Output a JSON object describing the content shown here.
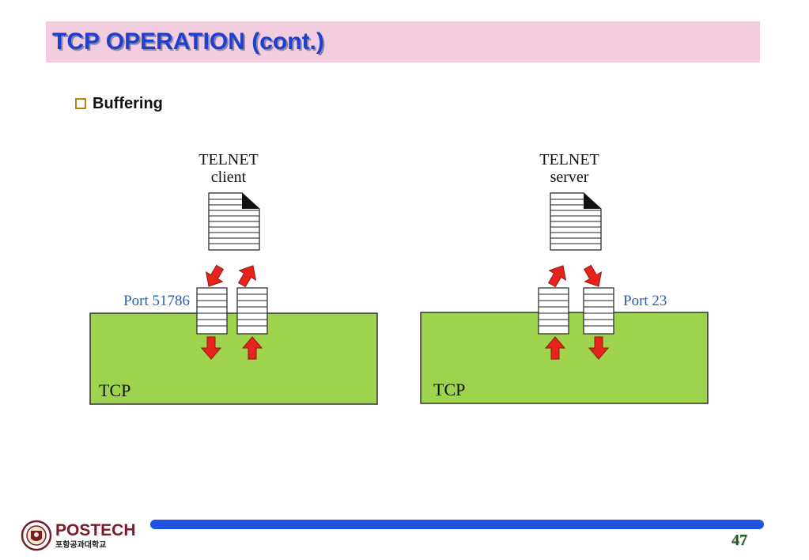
{
  "slide": {
    "title": "TCP OPERATION (cont.)",
    "bullet": "Buffering",
    "page_number": "47"
  },
  "diagram": {
    "client": {
      "app_line1": "TELNET",
      "app_line2": "client",
      "port_label": "Port 51786",
      "box_label": "TCP"
    },
    "server": {
      "app_line1": "TELNET",
      "app_line2": "server",
      "port_label": "Port 23",
      "box_label": "TCP"
    }
  },
  "footer": {
    "logo_name": "POSTECH",
    "logo_subtitle": "포항공과대학교"
  },
  "colors": {
    "title_band": "#f2cde0",
    "title_text": "#1f3fcc",
    "tcp_box": "#9fd24d",
    "port_label": "#2a5ea8",
    "arrow": "#e8231c",
    "footer_bar": "#1f53e0",
    "page_number": "#1a5e1a"
  }
}
